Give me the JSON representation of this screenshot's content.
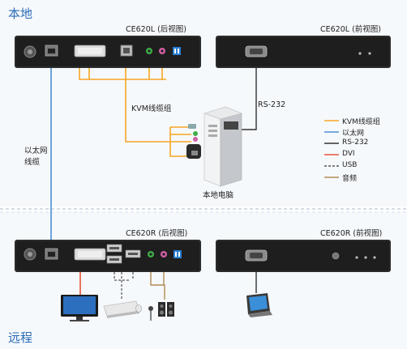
{
  "sections": {
    "local_title": "本地",
    "remote_title": "远程"
  },
  "devices": {
    "local_rear": "CE620L (后视图)",
    "local_front": "CE620L (前视图)",
    "remote_rear": "CE620R (后视图)",
    "remote_front": "CE620R (前视图)",
    "local_pc": "本地电脑"
  },
  "labels": {
    "kvm_cable": "KVM线缆组",
    "rs232": "RS-232",
    "ethernet_cable_line1": "以太网",
    "ethernet_cable_line2": "线缆"
  },
  "legend": [
    {
      "label": "KVM线缆组",
      "color": "#f5a623",
      "style": "solid"
    },
    {
      "label": "以太网",
      "color": "#4a8fd4",
      "style": "solid"
    },
    {
      "label": "RS-232",
      "color": "#333333",
      "style": "solid"
    },
    {
      "label": "DVI",
      "color": "#e8523a",
      "style": "solid"
    },
    {
      "label": "USB",
      "color": "#555555",
      "style": "dashed"
    },
    {
      "label": "音频",
      "color": "#b08a55",
      "style": "solid"
    }
  ]
}
